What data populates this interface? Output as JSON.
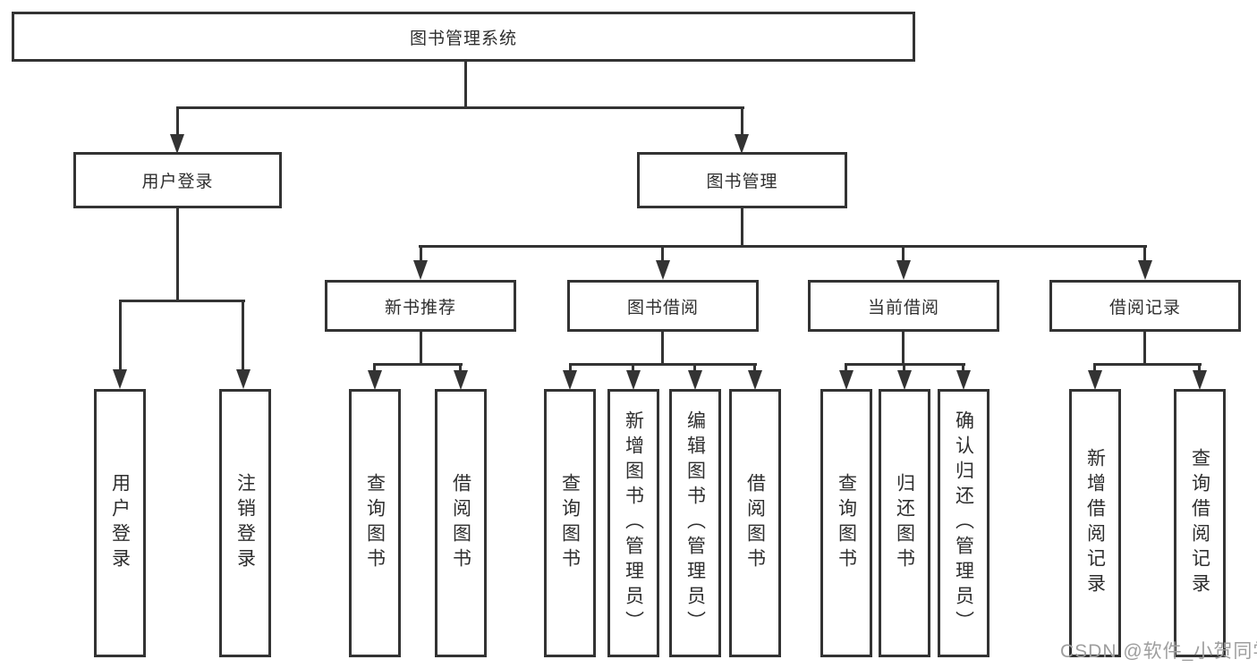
{
  "diagram": {
    "nodes": {
      "root": "图书管理系统",
      "user_login": "用户登录",
      "book_mgmt": "图书管理",
      "new_books": "新书推荐",
      "book_borrow": "图书借阅",
      "current_borrow": "当前借阅",
      "borrow_records": "借阅记录",
      "leaf_user_login": "用户登录",
      "leaf_logout": "注销登录",
      "leaf_nb_query": "查询图书",
      "leaf_nb_borrow": "借阅图书",
      "leaf_bb_query": "查询图书",
      "leaf_bb_add": "新增图书（管理员）",
      "leaf_bb_edit": "编辑图书（管理员）",
      "leaf_bb_borrow": "借阅图书",
      "leaf_cur_query": "查询图书",
      "leaf_cur_return": "归还图书",
      "leaf_cur_confirm": "确认归还（管理员）",
      "leaf_rec_add": "新增借阅记录",
      "leaf_rec_query": "查询借阅记录"
    },
    "structure": {
      "图书管理系统": {
        "用户登录": [
          "用户登录",
          "注销登录"
        ],
        "图书管理": {
          "新书推荐": [
            "查询图书",
            "借阅图书"
          ],
          "图书借阅": [
            "查询图书",
            "新增图书（管理员）",
            "编辑图书（管理员）",
            "借阅图书"
          ],
          "当前借阅": [
            "查询图书",
            "归还图书",
            "确认归还（管理员）"
          ],
          "借阅记录": [
            "新增借阅记录",
            "查询借阅记录"
          ]
        }
      }
    },
    "watermark": "CSDN @软件_小贺同学",
    "colors": {
      "line": "#333333",
      "text": "#2e2e2e",
      "watermark": "#9e9e9e",
      "background": "#ffffff"
    }
  }
}
